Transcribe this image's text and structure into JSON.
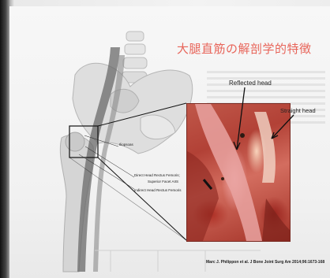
{
  "slide": {
    "title": "大腿直筋の解剖学的特徴",
    "labels": {
      "reflected_head": "Reflected head",
      "straight_head": "Straight head",
      "iliopsoas": "Iliopsoas",
      "direct_head": "Direct Head Rectus Femoris;",
      "superior_facet": "Superior Facet AIIS",
      "indirect_head": "Indirect Head Rectus Femoris"
    },
    "citation": "Marc J. Philippon et al. J Bone Joint Surg Am 2014;96:1673-168"
  },
  "colors": {
    "title": "#e8655a",
    "callout_box": "#111111",
    "muscle_red": "#b24136"
  },
  "icons": [
    "pelvis-illustration",
    "femur-illustration",
    "surgical-photo",
    "callout-arrow"
  ]
}
